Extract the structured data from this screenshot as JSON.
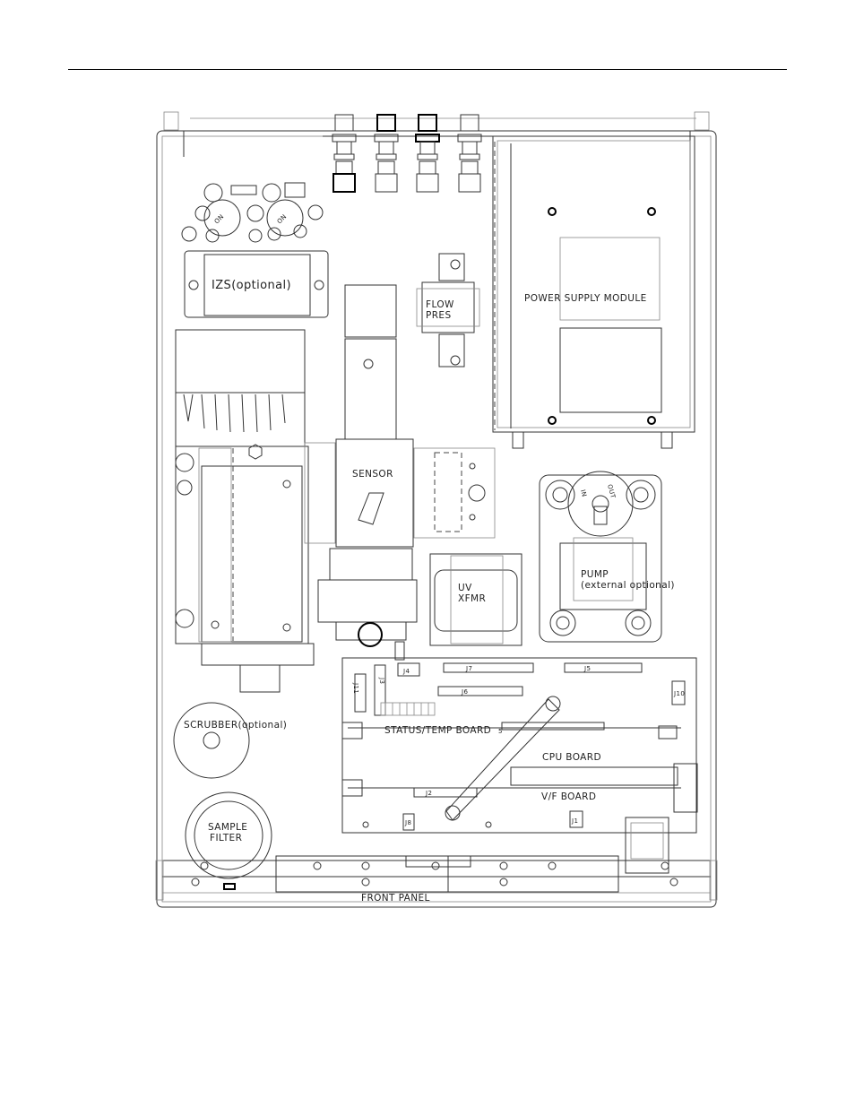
{
  "labels": {
    "izs": "IZS(optional)",
    "flow_pres_1": "FLOW",
    "flow_pres_2": "PRES",
    "power_supply": "POWER  SUPPLY  MODULE",
    "sensor": "SENSOR",
    "uv_1": "UV",
    "uv_2": "XFMR",
    "pump_1": "PUMP",
    "pump_2": "(external  optional)",
    "status_board": "STATUS/TEMP  BOARD",
    "cpu_board": "CPU  BOARD",
    "vf_board": "V/F  BOARD",
    "scrubber": "SCRUBBER(optional)",
    "sample_1": "SAMPLE",
    "sample_2": "FILTER",
    "front_panel": "FRONT  PANEL",
    "connectors": {
      "j1": "J1",
      "j2": "J2",
      "j3": "J3",
      "j4": "J4",
      "j5": "J5",
      "j6": "J6",
      "j7": "J7",
      "j8": "J8",
      "j10": "J10",
      "j11": "J11"
    },
    "pump_in": "IN",
    "pump_out": "OUT",
    "valve_1": "ON",
    "valve_2": "ON",
    "status_5": "5"
  }
}
